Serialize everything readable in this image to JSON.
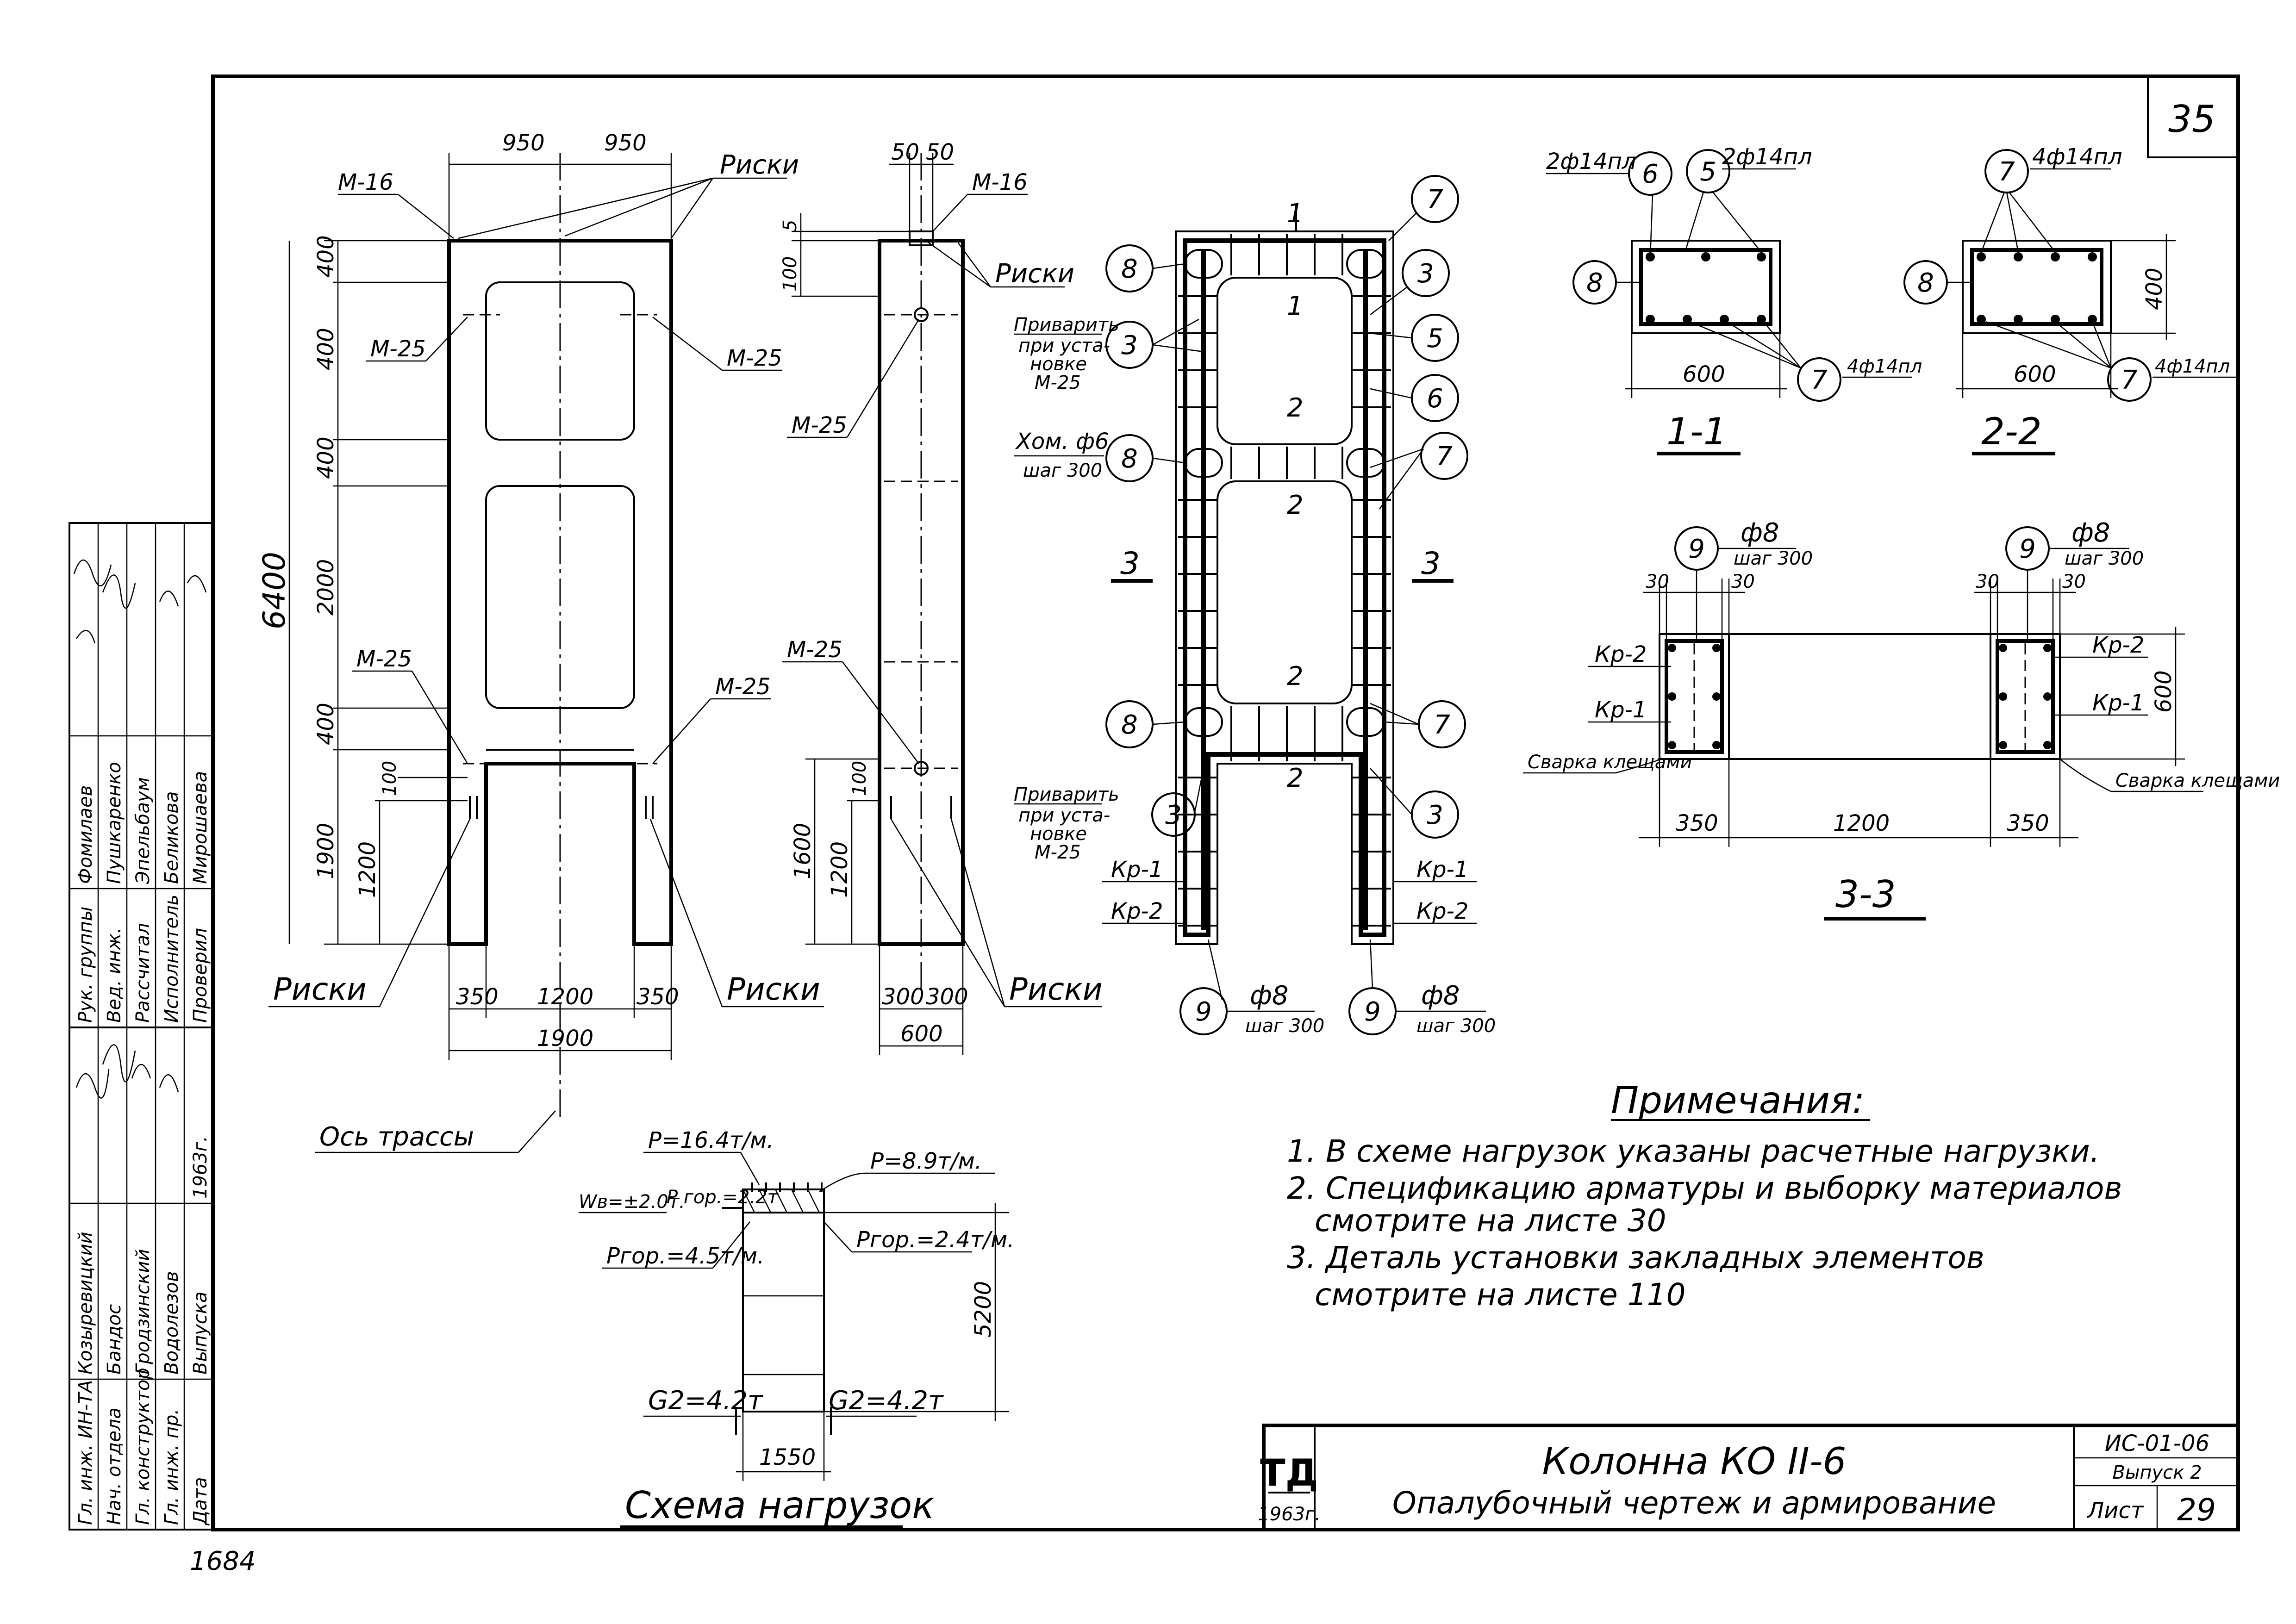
{
  "sheet": {
    "page_number": "35",
    "code": "ИС-01-06",
    "issue": "Выпуск 2",
    "sheet_label": "Лист",
    "sheet_no": "29",
    "logo_letters": "ТД",
    "logo_year": "1963г.",
    "title_line1": "Колонна  КО II-6",
    "title_line2": "Опалубочный  чертеж  и  армирование",
    "handwritten_note": "1684"
  },
  "stamp": {
    "upper_roles": [
      "Рук. группы",
      "Вед. инж.",
      "Рассчитал",
      "Исполнитель",
      "Проверил"
    ],
    "upper_names": [
      "Фомилаев",
      "Пушкаренко",
      "Эпельбаум",
      "Беликова",
      "Мирошаева"
    ],
    "lower_roles": [
      "Гл. инж. ИН-ТА",
      "Нач. отдела",
      "Гл. конструктор",
      "Гл. инж. пр.",
      "Дата"
    ],
    "lower_names": [
      "Козыревицкий",
      "Бандос",
      "Гродзинский",
      "Водолезов",
      "Выпуска"
    ],
    "date": "1963г."
  },
  "formwork": {
    "dims_top": [
      "950",
      "950"
    ],
    "dims_vertical": [
      "400",
      "400",
      "400",
      "2000",
      "400",
      "1900",
      "1200",
      "100"
    ],
    "overall_height": "6400",
    "dims_bottom": [
      "350",
      "1200",
      "350"
    ],
    "overall_width": "1900",
    "labels": {
      "m16": "М-16",
      "m25": "М-25",
      "riski": "Риски",
      "axis": "Ось трассы"
    }
  },
  "side_view": {
    "dims_top": [
      "50",
      "50"
    ],
    "dims_vertical": [
      "5",
      "100",
      "1600",
      "1200",
      "100"
    ],
    "dims_bottom": [
      "300",
      "300"
    ],
    "overall_width": "600",
    "labels": {
      "m16": "М-16",
      "m25": "М-25",
      "riski": "Риски"
    }
  },
  "reinforcement": {
    "section_marks": [
      "1",
      "1",
      "2",
      "2",
      "2",
      "2",
      "3",
      "3"
    ],
    "markers": [
      "7",
      "8",
      "3",
      "5",
      "6",
      "7",
      "8",
      "3",
      "8",
      "7",
      "3",
      "9",
      "9"
    ],
    "notes": {
      "weld1": [
        "Приварить",
        "при уста-",
        "новке",
        "М-25"
      ],
      "weld2": [
        "Приварить",
        "при уста-",
        "новке",
        "М-25"
      ],
      "stirrup": [
        "Хом. ф6",
        "шаг 300"
      ],
      "kp1": "Кр-1",
      "kp2": "Кр-2",
      "bar9": [
        "ф8",
        "шаг 300"
      ]
    }
  },
  "section_1_1": {
    "title": "1-1",
    "width": "600",
    "labels": [
      "2ф14пл",
      "2ф14пл",
      "4ф14пл"
    ],
    "markers": [
      "6",
      "5",
      "8",
      "7"
    ]
  },
  "section_2_2": {
    "title": "2-2",
    "width": "600",
    "height": "400",
    "labels": [
      "4ф14пл",
      "4ф14пл"
    ],
    "markers": [
      "7",
      "8",
      "7"
    ]
  },
  "section_3_3": {
    "title": "3-3",
    "dims_bottom": [
      "350",
      "1200",
      "350"
    ],
    "dims_top": [
      "30",
      "30",
      "30",
      "30"
    ],
    "height": "600",
    "labels": [
      "Кр-2",
      "Кр-1",
      "Кр-2",
      "Кр-1",
      "Сварка клещами",
      "Сварка клещами",
      "ф8",
      "шаг 300",
      "ф8",
      "шаг 300"
    ],
    "markers": [
      "9",
      "9"
    ]
  },
  "load_scheme": {
    "title": "Схема нагрузок",
    "p_left": "P=16.4т/м.",
    "p_right": "P=8.9т/м.",
    "w": "Wв=±2.0т.",
    "p_top_v": "P гор.=2.2т",
    "p_hor_left": "Pгор.=4.5т/м.",
    "p_hor_right": "Pгор.=2.4т/м.",
    "g_left": "G2=4.2т",
    "g_right": "G2=4.2т",
    "width": "1550",
    "height": "5200"
  },
  "notes": {
    "heading": "Примечания:",
    "items": [
      "1. В схеме нагрузок указаны расчетные нагрузки.",
      "2. Спецификацию арматуры и выборку материалов",
      "смотрите на листе 30",
      "3. Деталь установки закладных элементов",
      "смотрите на листе 110"
    ]
  }
}
